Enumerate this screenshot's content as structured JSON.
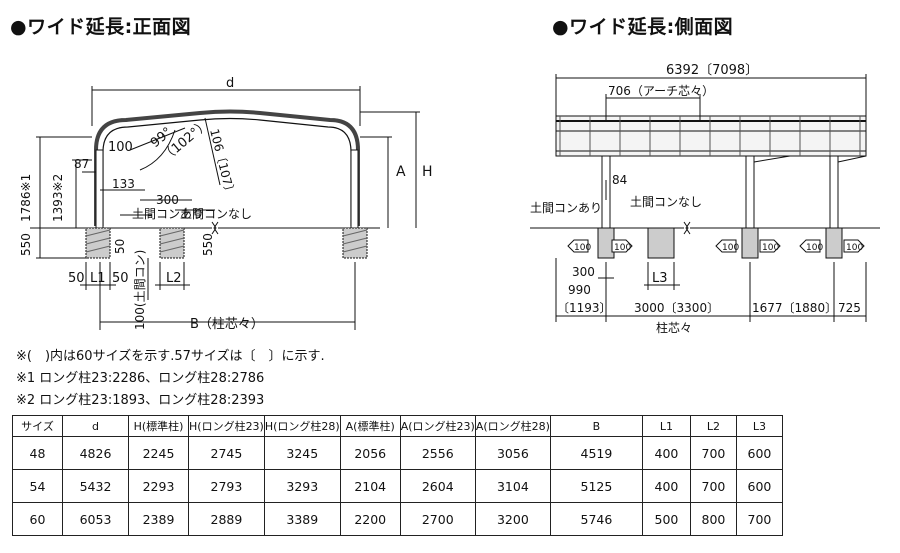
{
  "titles": {
    "front": "●ワイド延長:正面図",
    "side": "●ワイド延長:側面図"
  },
  "front": {
    "d": "d",
    "H": "H",
    "A": "A",
    "B": "B（柱芯々）",
    "dim100": "100",
    "dim87": "87",
    "dim133": "133",
    "angle99": "99°",
    "angle102": "（102°）",
    "dim106": "106〔107〕",
    "dim300": "300",
    "doma_ari": "土間コンあり",
    "doma_nashi": "土間コンなし",
    "v1786": "1786※1",
    "v1393": "1393※2",
    "v550": "550",
    "v50a": "50",
    "v550b": "550",
    "v100doma": "100(土間コン)",
    "h50": "50",
    "L1": "L1",
    "h50b": "50",
    "L2": "L2"
  },
  "side": {
    "total": "6392〔7098〕",
    "arch": "706（アーチ芯々）",
    "dim84": "84",
    "doma_ari": "土間コンあり",
    "doma_nashi": "土間コンなし",
    "tag100": "100",
    "dim300": "300",
    "L3": "L3",
    "d990": "990",
    "d1193": "〔1193〕",
    "d3000": "3000〔3300〕",
    "d1677": "1677〔1880〕",
    "d725": "725",
    "hashira": "柱芯々"
  },
  "notes": [
    "※(　)内は60サイズを示す.57サイズは〔　〕に示す.",
    "※1 ロング柱23:2286、ロング柱28:2786",
    "※2 ロング柱23:1893、ロング柱28:2393"
  ],
  "table": {
    "headers": [
      "サイズ",
      "d",
      "H(標準柱)",
      "H(ロング柱23)",
      "H(ロング柱28)",
      "A(標準柱)",
      "A(ロング柱23)",
      "A(ロング柱28)",
      "B",
      "L1",
      "L2",
      "L3"
    ],
    "rows": [
      [
        "48",
        "4826",
        "2245",
        "2745",
        "3245",
        "2056",
        "2556",
        "3056",
        "4519",
        "400",
        "700",
        "600"
      ],
      [
        "54",
        "5432",
        "2293",
        "2793",
        "3293",
        "2104",
        "2604",
        "3104",
        "5125",
        "400",
        "700",
        "600"
      ],
      [
        "60",
        "6053",
        "2389",
        "2889",
        "3389",
        "2200",
        "2700",
        "3200",
        "5746",
        "500",
        "800",
        "700"
      ]
    ]
  }
}
